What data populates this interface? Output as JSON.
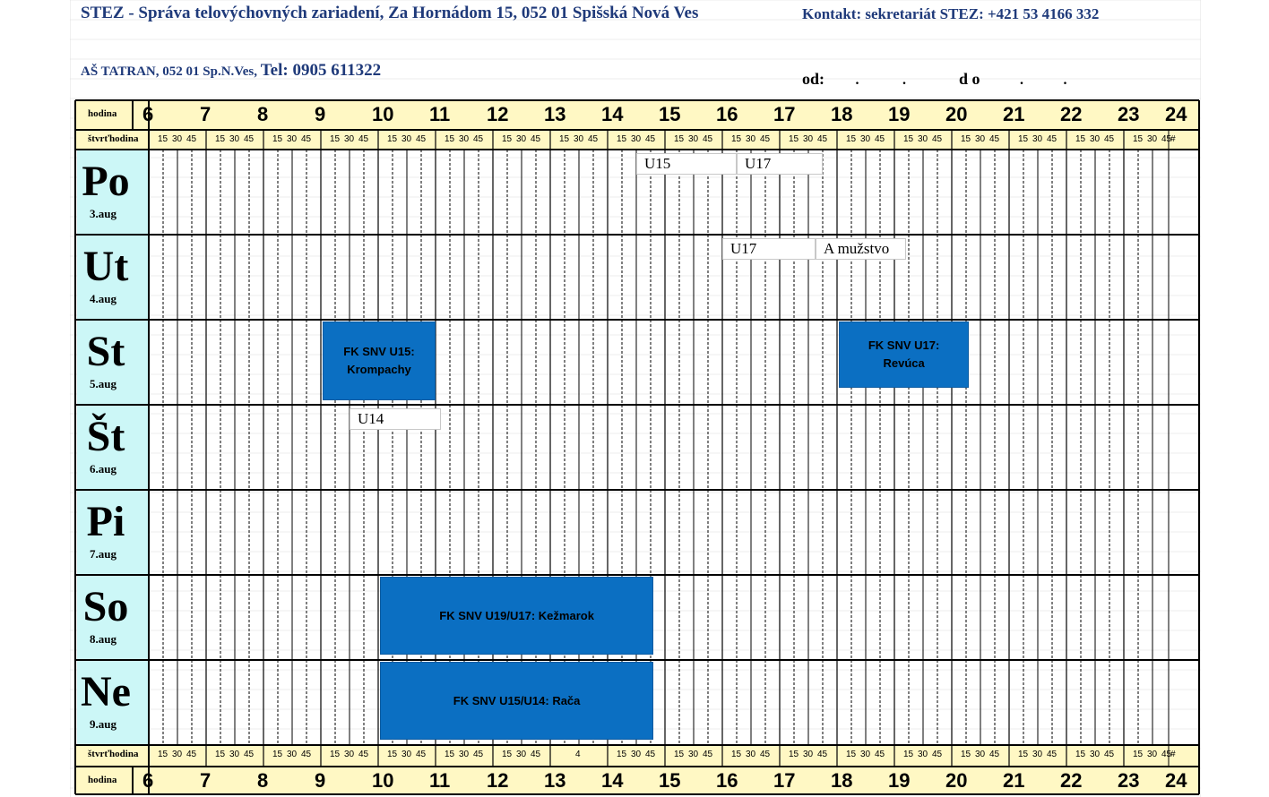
{
  "header": {
    "title": "STEZ - Správa telovýchovných zariadení, Za Hornádom 15, 052 01 Spišská Nová Ves",
    "contact": "Kontakt:   sekretariát STEZ: +421 53 4166 332",
    "club": "AŠ TATRAN, 052 01 Sp.N.Ves,",
    "tel": "Tel: 0905 611322",
    "od_label": "od:",
    "do_label": "d o",
    "dot": "."
  },
  "grid": {
    "hour_label": "hodina",
    "quarter_label": "štvrťhodina",
    "hours": [
      "6",
      "7",
      "8",
      "9",
      "10",
      "11",
      "12",
      "13",
      "14",
      "15",
      "16",
      "17",
      "18",
      "19",
      "20",
      "21",
      "22",
      "23",
      "24"
    ],
    "quarter_marks": [
      "15",
      "30",
      "45"
    ],
    "last_quarter": "#",
    "bottom_special_quarter": "4"
  },
  "days": [
    {
      "name": "Po",
      "date": "3.aug"
    },
    {
      "name": "Ut",
      "date": "4.aug"
    },
    {
      "name": "St",
      "date": "5.aug"
    },
    {
      "name": "Št",
      "date": "6.aug"
    },
    {
      "name": "Pi",
      "date": "7.aug"
    },
    {
      "name": "So",
      "date": "8.aug"
    },
    {
      "name": "Ne",
      "date": "9.aug"
    }
  ],
  "notes": [
    {
      "day": 0,
      "text": "U15",
      "start": 14.5,
      "end": 16.25
    },
    {
      "day": 0,
      "text": "U17",
      "start": 16.25,
      "end": 17.75
    },
    {
      "day": 1,
      "text": "U17",
      "start": 16.0,
      "end": 17.625
    },
    {
      "day": 1,
      "text": "A mužstvo",
      "start": 17.625,
      "end": 19.2
    },
    {
      "day": 3,
      "text": "U14",
      "start": 9.5,
      "end": 11.1
    }
  ],
  "events": [
    {
      "day": 2,
      "line1": "FK SNV U15:",
      "line2": "Krompachy",
      "start": 9.0,
      "end": 11.0
    },
    {
      "day": 2,
      "line1": "FK SNV U17:",
      "line2": "Revúca",
      "start": 18.0,
      "end": 20.3
    },
    {
      "day": 5,
      "line1": "FK SNV U19/U17: Kežmarok",
      "line2": "",
      "start": 10.0,
      "end": 14.8
    },
    {
      "day": 6,
      "line1": "FK SNV U15/U14: Rača",
      "line2": "",
      "start": 10.0,
      "end": 14.8
    }
  ],
  "colors": {
    "header_bg": "#fff8c4",
    "day_bg": "#ccf7f7",
    "event_bg": "#0b6fc2",
    "title_color": "#1f3a7a"
  }
}
